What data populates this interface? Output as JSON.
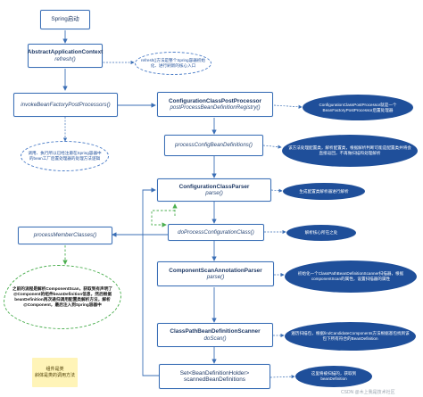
{
  "nodes": {
    "start": {
      "title": "Spring启动"
    },
    "abstract_ctx": {
      "title": "AbstractApplicationContext",
      "method": "refresh()"
    },
    "invoke_bfpp": {
      "method": "invokeBeanFactoryPostProcessors()"
    },
    "ccpp": {
      "title": "ConfigurationClassPostProcessor",
      "method": "postProcessBeanDefinitionRegistry()"
    },
    "process_config": {
      "method": "processConfigBeanDefinitions()"
    },
    "cc_parser": {
      "title": "ConfigurationClassParser",
      "method": "parse()"
    },
    "do_process": {
      "method": "doProcessConfigurationClass()"
    },
    "process_member": {
      "method": "processMemberClasses()"
    },
    "csap": {
      "title": "ComponentScanAnnotationParser",
      "method": "parse()"
    },
    "cpbds": {
      "title": "ClassPathBeanDefinitionScanner",
      "method": "doScan()"
    },
    "set_holder": {
      "title": "Set<BeanDefinitionHolder>",
      "title2": "scannedBeanDefinitions"
    }
  },
  "callouts": {
    "refresh_note": "refresh()方法是整个Spring容器初始化、进行刷新的核心入口",
    "invoke_note": "调用、执行所以已经注册在Spring容器中的bean工厂后置处理器的处理方法逻辑",
    "ccpp_note": "ConfigurationClassPostProcessor就是一个BeanFactoryPostProcessor后置处理器",
    "process_config_note": "该方法处理配置类，解析配置类，根据解析判断可能是配置类并将会直接返回，不再做扫描和处理解析",
    "cc_parser_note": "生成配置类解析器进行解析",
    "do_process_note": "解析核心所在之处",
    "csap_note": "初始化一个ClassPathBeanDefinitionScanner扫描器，根据componentScan的属性，设置扫描器的属性",
    "cpbds_note": "遍历扫描包，根据findCandidateComponents方法根据基包找到该包下所有符合的BeanDefinition",
    "set_note": "这里将被扫描的，获取到beanDefinition",
    "member_note": "之前的流程是解析ComponentScan，获取到有声明了@Component的组件beanDefinition信息，然后根据beanDefinition再次递归调用配置类解析方法，解析@Component，最后注入到Spring容器中"
  },
  "legend": {
    "line1": "组件是类",
    "line2": "斜体是类的调用方法"
  },
  "watermark": "CSDN @木上我是技术社区",
  "colors": {
    "node_border": "#3b6fb6",
    "callout_fill": "#1f4f9a",
    "loop_green": "#4caf50",
    "note_yellow": "#fff4b8"
  }
}
